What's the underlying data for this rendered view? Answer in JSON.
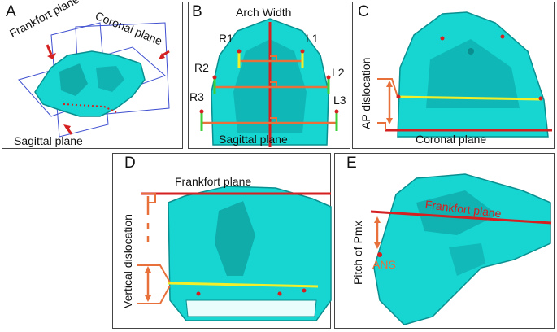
{
  "panels": {
    "a": {
      "letter": "A",
      "frankfort": "Frankfort plane",
      "coronal": "Coronal plane",
      "sagittal": "Sagittal plane"
    },
    "b": {
      "letter": "B",
      "title": "Arch Width",
      "r1": "R1",
      "l1": "L1",
      "r2": "R2",
      "l2": "L2",
      "r3": "R3",
      "l3": "L3",
      "sagittal": "Sagittal plane"
    },
    "c": {
      "letter": "C",
      "ap": "AP dislocation",
      "coronal": "Coronal plane"
    },
    "d": {
      "letter": "D",
      "frankfort": "Frankfort plane",
      "vertical": "Vertical dislocation"
    },
    "e": {
      "letter": "E",
      "frankfort": "Frankfort plane",
      "pitch": "Pitch of Pmx",
      "ans": "ANS"
    }
  },
  "colors": {
    "bone": "#17d6d2",
    "bone_dark": "#0a8f90",
    "red": "#d42020",
    "orange": "#e8703a",
    "yellow": "#f2ee2a",
    "green": "#3ccf3a",
    "frame": "#4050d0"
  }
}
